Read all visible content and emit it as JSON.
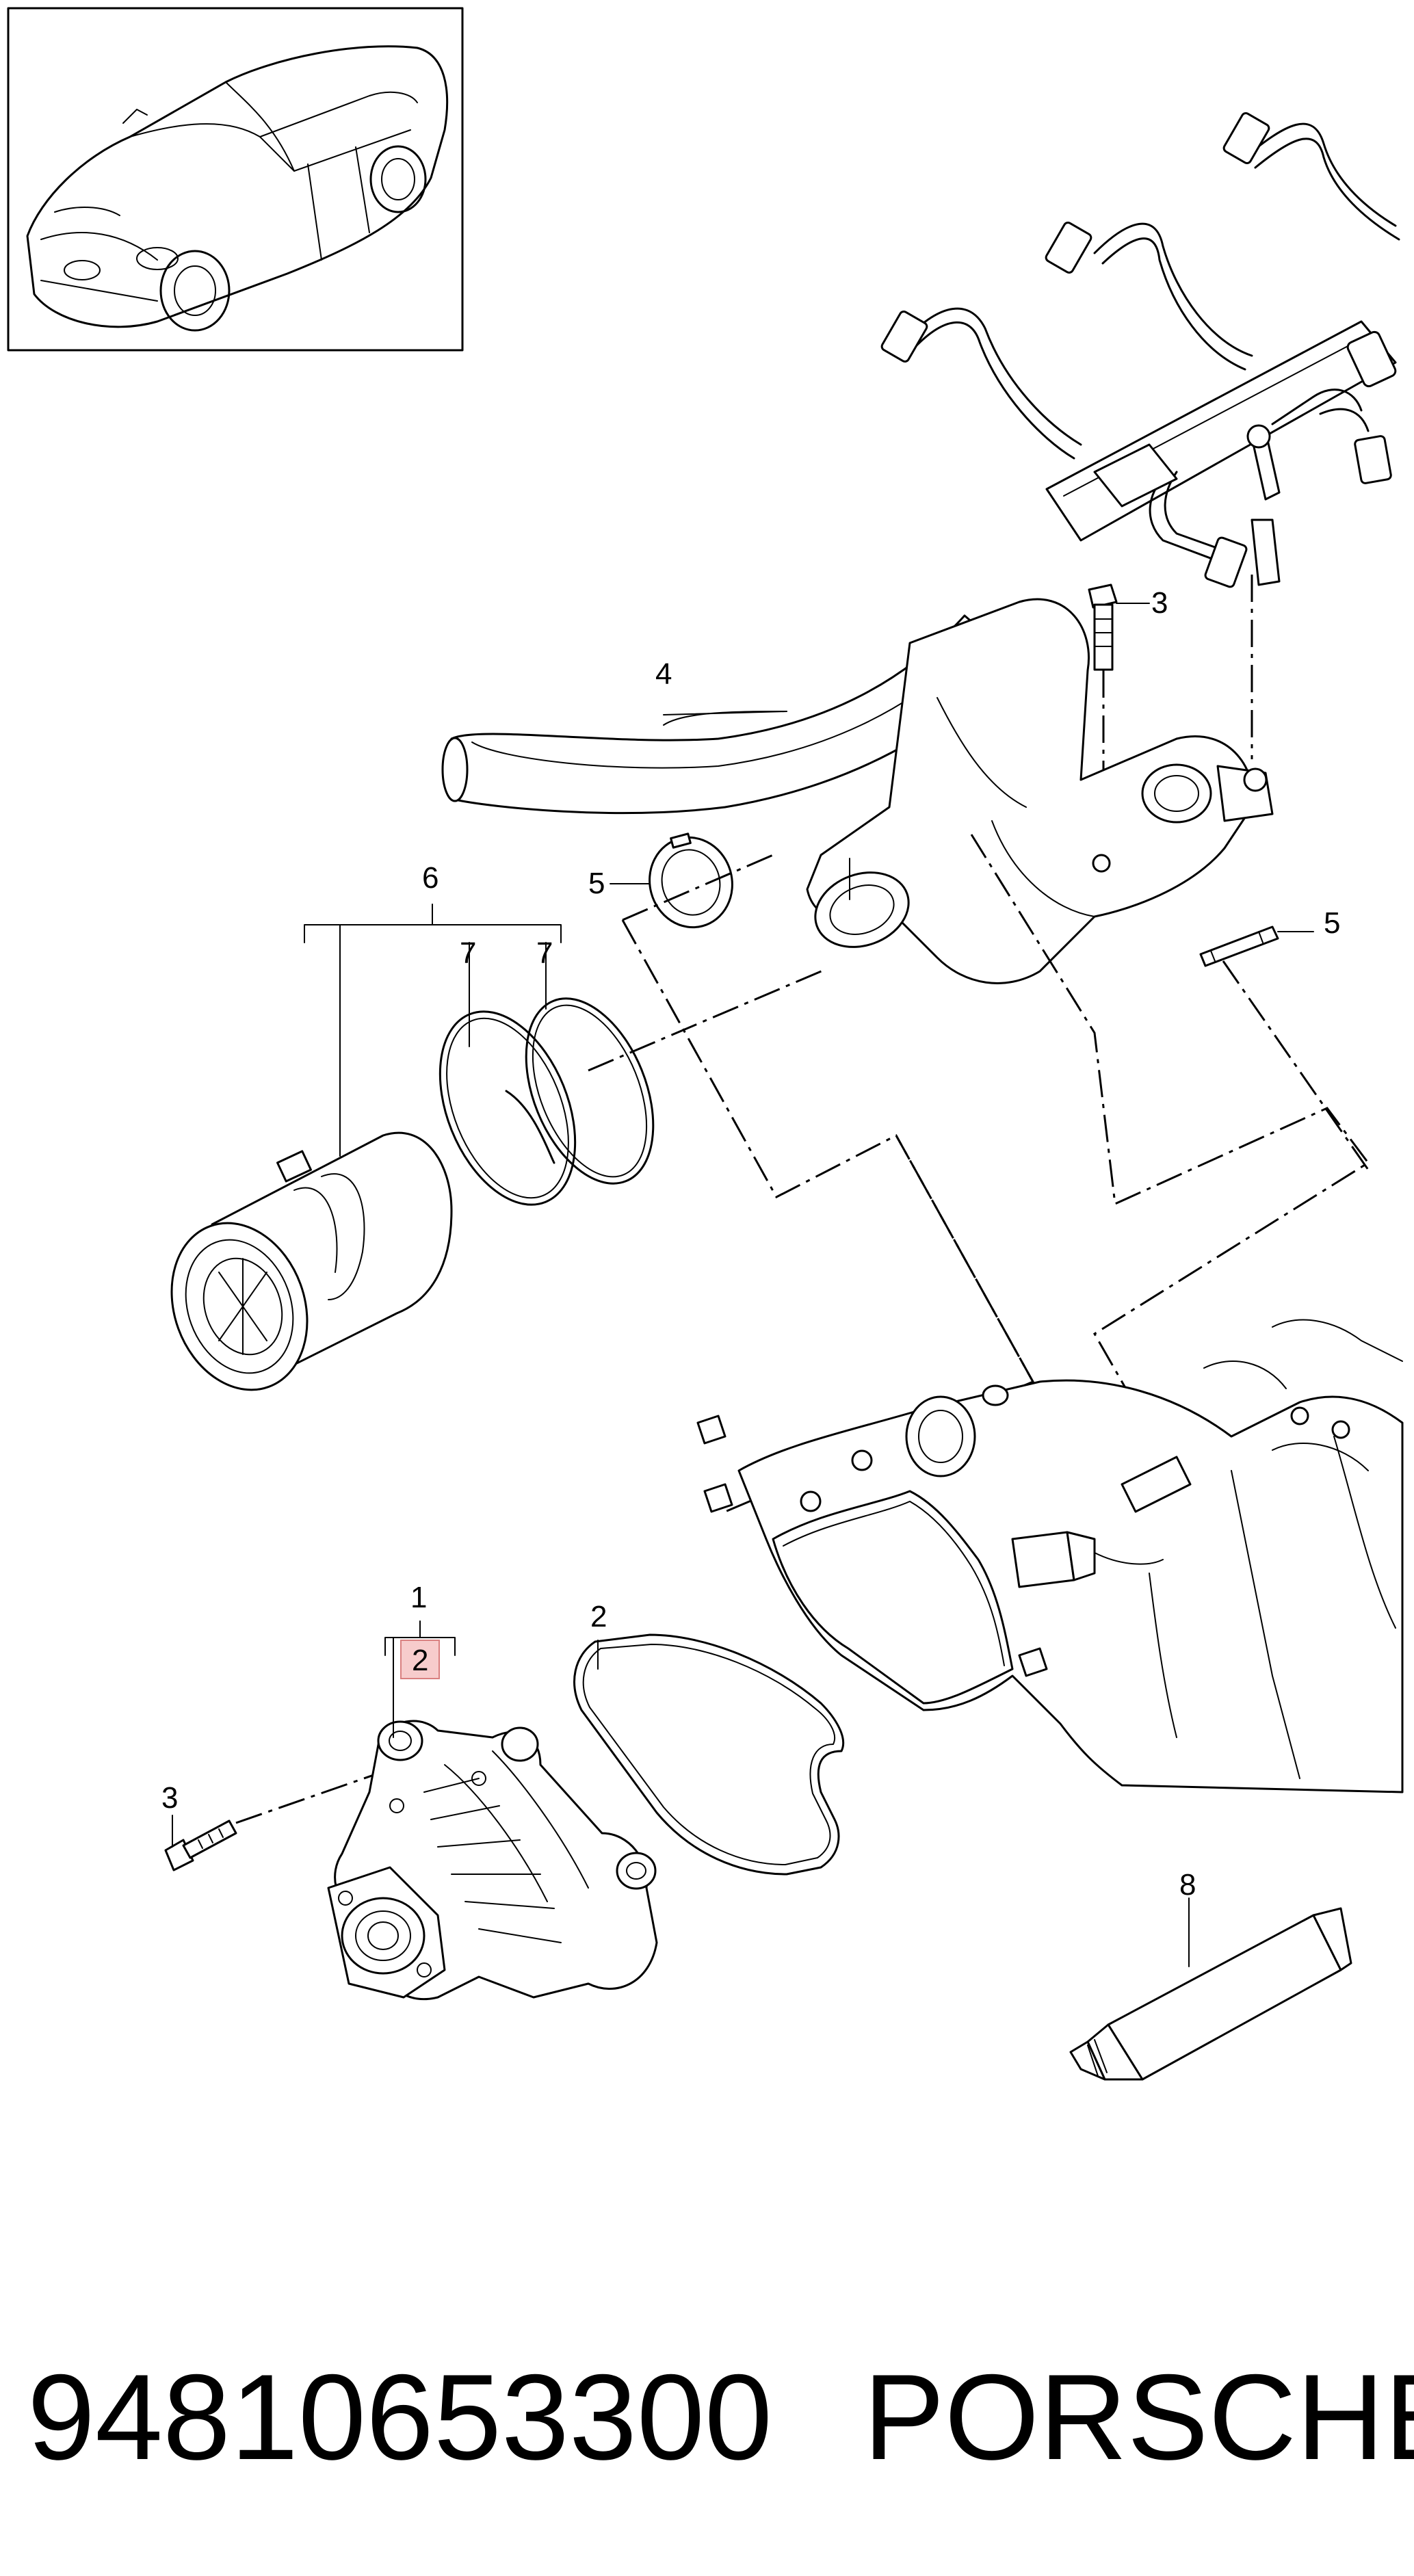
{
  "callouts": [
    {
      "id": "1",
      "label": "1"
    },
    {
      "id": "2a",
      "label": "2"
    },
    {
      "id": "2b",
      "label": "2"
    },
    {
      "id": "3a",
      "label": "3"
    },
    {
      "id": "3b",
      "label": "3"
    },
    {
      "id": "4",
      "label": "4"
    },
    {
      "id": "5a",
      "label": "5"
    },
    {
      "id": "5b",
      "label": "5"
    },
    {
      "id": "6",
      "label": "6"
    },
    {
      "id": "7a",
      "label": "7"
    },
    {
      "id": "7b",
      "label": "7"
    },
    {
      "id": "8",
      "label": "8"
    }
  ],
  "footer": {
    "part_number": "94810653300",
    "brand": "PORSCHE"
  },
  "colors": {
    "line": "#000000",
    "highlight_fill": "#f7cccc",
    "highlight_stroke": "#d98080"
  }
}
